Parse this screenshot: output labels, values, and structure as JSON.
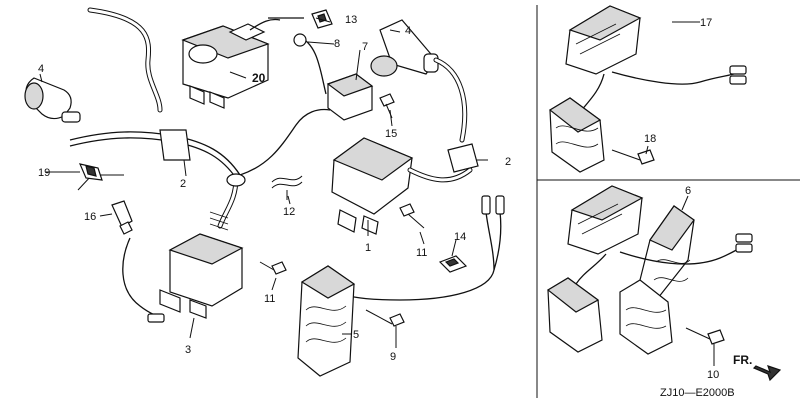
{
  "diagram": {
    "drawing_code": "ZJ10—E2000B",
    "direction_label": "FR.",
    "callouts": [
      {
        "id": "c1",
        "text": "1"
      },
      {
        "id": "c2a",
        "text": "2"
      },
      {
        "id": "c2b",
        "text": "2"
      },
      {
        "id": "c3",
        "text": "3"
      },
      {
        "id": "c4a",
        "text": "4"
      },
      {
        "id": "c4b",
        "text": "4"
      },
      {
        "id": "c5",
        "text": "5"
      },
      {
        "id": "c6",
        "text": "6"
      },
      {
        "id": "c7",
        "text": "7"
      },
      {
        "id": "c8",
        "text": "8"
      },
      {
        "id": "c9",
        "text": "9"
      },
      {
        "id": "c10",
        "text": "10"
      },
      {
        "id": "c11a",
        "text": "11"
      },
      {
        "id": "c11b",
        "text": "11"
      },
      {
        "id": "c12",
        "text": "12"
      },
      {
        "id": "c13",
        "text": "13"
      },
      {
        "id": "c14",
        "text": "14"
      },
      {
        "id": "c15",
        "text": "15"
      },
      {
        "id": "c16",
        "text": "16"
      },
      {
        "id": "c17",
        "text": "17"
      },
      {
        "id": "c18",
        "text": "18"
      },
      {
        "id": "c19",
        "text": "19"
      },
      {
        "id": "c20",
        "text": "20"
      }
    ]
  }
}
